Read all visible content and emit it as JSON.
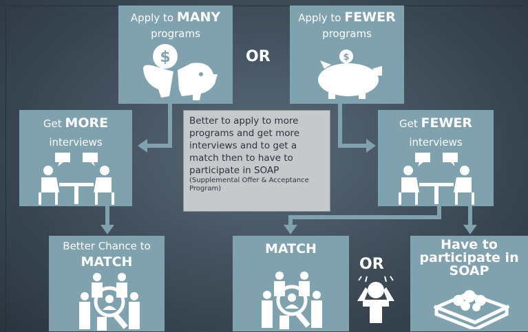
{
  "many": {
    "prefix": "Apply to ",
    "emph": "MANY",
    "line2": "programs"
  },
  "fewer": {
    "prefix": "Apply to ",
    "emph": "FEWER",
    "line2": "programs"
  },
  "or1": "OR",
  "more_int": {
    "prefix": "Get ",
    "emph": "MORE",
    "line2": "interviews"
  },
  "fewer_int": {
    "prefix": "Get ",
    "emph": "FEWER",
    "line2": "interviews"
  },
  "note": {
    "main": "Better to apply to more programs and get more interviews and to get a match then to have to participate in SOAP",
    "small": "(Supplemental Offer & Acceptance Program)"
  },
  "better": {
    "line1": "Better Chance to",
    "line2": "MATCH"
  },
  "match": {
    "label": "MATCH"
  },
  "or2": "OR",
  "soap": {
    "line1": "Have to",
    "line2": "participate in",
    "line3": "SOAP"
  },
  "colors": {
    "box": "#7fa2ae",
    "note_bg": "#c6c9cc",
    "arrow": "#7fa2ae"
  }
}
